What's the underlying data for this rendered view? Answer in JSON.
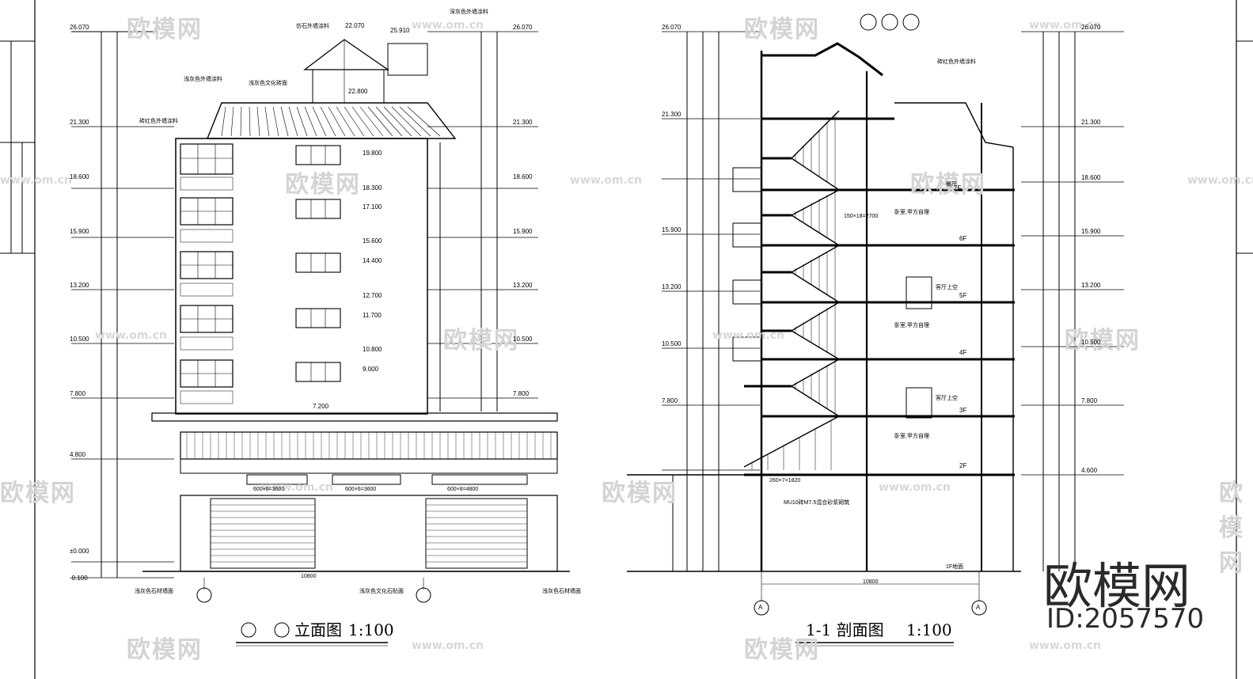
{
  "watermarks": {
    "brand": "欧模网",
    "url": "www.om.cn"
  },
  "brand_logo": {
    "name": "欧模网",
    "id": "ID:2057570"
  },
  "elevation": {
    "title": "立面图",
    "scale": "1:100",
    "levels_left": [
      "26.070",
      "21.300",
      "18.600",
      "15.900",
      "13.200",
      "10.500",
      "7.800",
      "4.800",
      "±0.000",
      "-0.100"
    ],
    "levels_inner": [
      "22.800",
      "19.800",
      "18.300",
      "17.100",
      "15.600",
      "14.400",
      "12.700",
      "11.700",
      "10.800",
      "9.000",
      "7.200"
    ],
    "roof_levels": [
      "22.070",
      "25.910"
    ],
    "notes": [
      "深灰色外墙涂料",
      "仿石外墙涂料",
      "浅灰色文化砖面",
      "浅灰色外墙涂料",
      "砖红色外墙涂料",
      "浅灰色石材墙面",
      "浅灰色文化石贴面",
      "浅灰色石材墙面"
    ],
    "bay_dims": [
      "600×6=3600",
      "600×6=3600",
      "600×8=4800"
    ],
    "overall_width": "10800"
  },
  "section": {
    "title": "1-1 剖面图",
    "scale": "1:100",
    "floors": [
      "7F",
      "6F",
      "5F",
      "4F",
      "3F",
      "2F",
      "1F地面"
    ],
    "levels_right": [
      "26.070",
      "21.300",
      "18.600",
      "15.900",
      "13.200",
      "10.500",
      "7.800",
      "4.600"
    ],
    "rooms": [
      "餐厅",
      "卧室,甲方自理",
      "客厅上空"
    ],
    "notes": [
      "150×18=2700",
      "260×7=1820",
      "MU10砖M7.5混合砂浆砌筑",
      "砖红色外墙涂料"
    ],
    "axis_labels": [
      "A",
      "A"
    ],
    "overall_width": "10800"
  }
}
